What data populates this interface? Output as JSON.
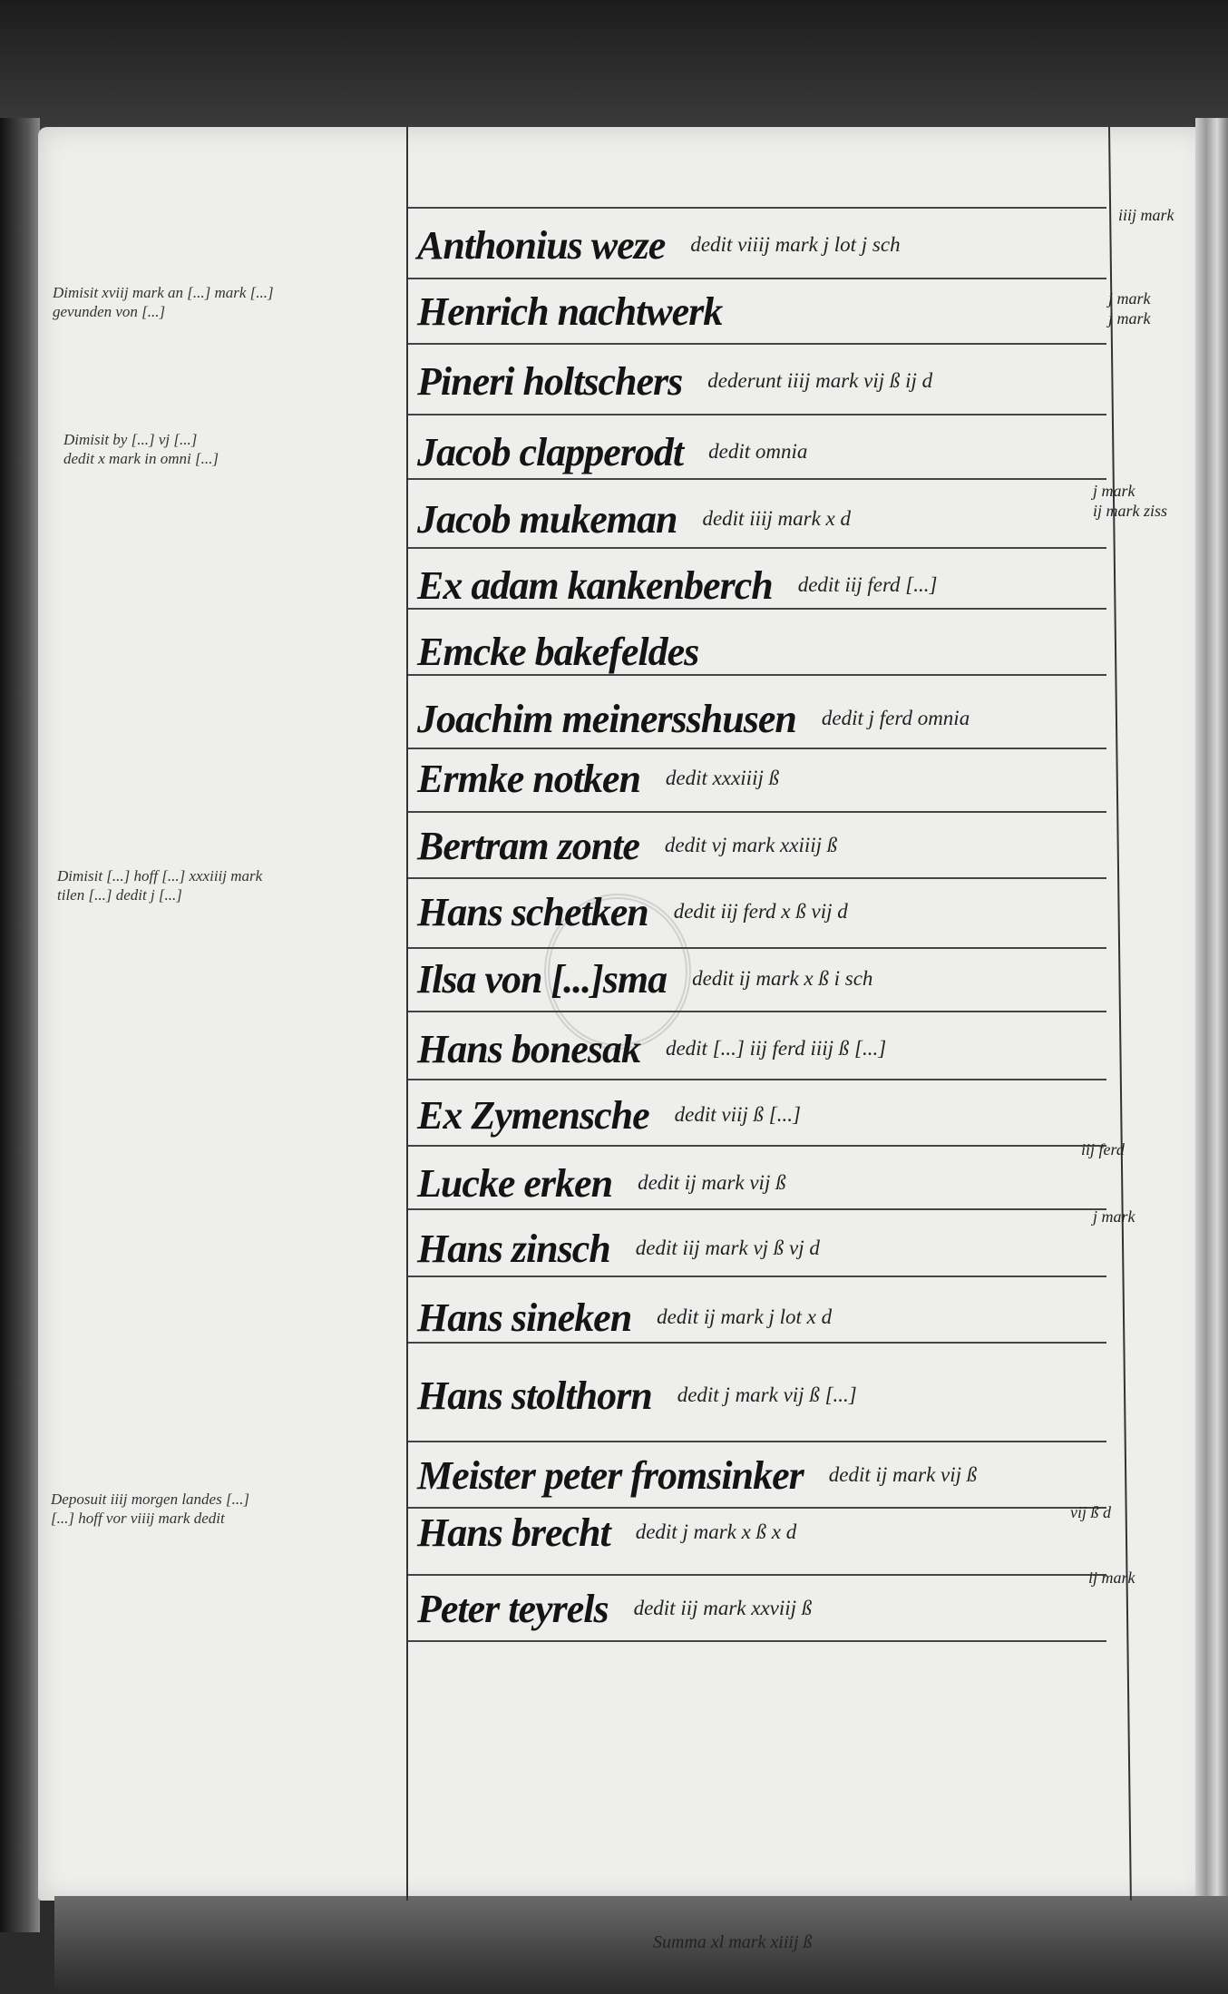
{
  "document": {
    "entries": [
      {
        "name": "Anthonius weze",
        "payment": "dedit viiij mark j lot j sch",
        "margin_right": [
          "iiij mark"
        ]
      },
      {
        "name": "Henrich nachtwerk",
        "payment": "",
        "margin_right": [
          "j mark",
          "j mark"
        ],
        "margin_left": [
          "Dimisit xviij mark an [...] mark [...]",
          "gevunden von [...]"
        ]
      },
      {
        "name": "Pineri holtschers",
        "payment": "dederunt iiij mark vij ß ij d"
      },
      {
        "name": "Jacob clapperodt",
        "payment": "dedit omnia",
        "margin_left": [
          "Dimisit by [...] vj [...]",
          "dedit x mark in omni [...]"
        ]
      },
      {
        "name": "Jacob mukeman",
        "payment": "dedit iiij mark x d",
        "margin_right": [
          "j mark",
          "ij mark ziss"
        ]
      },
      {
        "name": "Ex adam kankenberch",
        "payment": "dedit iij ferd [...]"
      },
      {
        "name": "Emcke bakefeldes",
        "payment": ""
      },
      {
        "name": "Joachim meinersshusen",
        "payment": "dedit j ferd omnia"
      },
      {
        "name": "Ermke notken",
        "payment": "dedit xxxiiij ß"
      },
      {
        "name": "Bertram zonte",
        "payment": "dedit vj mark xxiiij ß"
      },
      {
        "name": "Hans schetken",
        "payment": "dedit iij ferd x ß vij d",
        "margin_left": [
          "Dimisit [...] hoff [...] xxxiiij mark",
          "tilen [...] dedit j [...]"
        ]
      },
      {
        "name": "Ilsa von [...]sma",
        "payment": "dedit ij mark x ß i sch"
      },
      {
        "name": "Hans bonesak",
        "payment": "dedit [...] iij ferd iiij ß [...]"
      },
      {
        "name": "Ex Zymensche",
        "payment": "dedit viij ß [...]"
      },
      {
        "name": "Lucke erken",
        "payment": "dedit ij mark vij ß",
        "margin_right": [
          "iij ferd"
        ]
      },
      {
        "name": "Hans zinsch",
        "payment": "dedit iij mark vj ß vj d",
        "margin_right": [
          "j mark"
        ]
      },
      {
        "name": "Hans sineken",
        "payment": "dedit ij mark j lot x d"
      },
      {
        "name": "Hans stolthorn",
        "payment": "dedit j mark vij ß [...]"
      },
      {
        "name": "Meister peter fromsinker",
        "payment": "dedit ij mark vij ß"
      },
      {
        "name": "Hans brecht",
        "payment": "dedit j mark x ß x d",
        "margin_right": [
          "vij ß d"
        ],
        "margin_left": [
          "Deposuit iiij morgen landes [...]",
          "[...] hoff vor viiij mark dedit"
        ]
      },
      {
        "name": "Peter teyrels",
        "payment": "dedit iij mark xxviij ß",
        "margin_right": [
          "ij mark"
        ]
      }
    ],
    "summa": "Summa xl mark xiiij ß"
  }
}
